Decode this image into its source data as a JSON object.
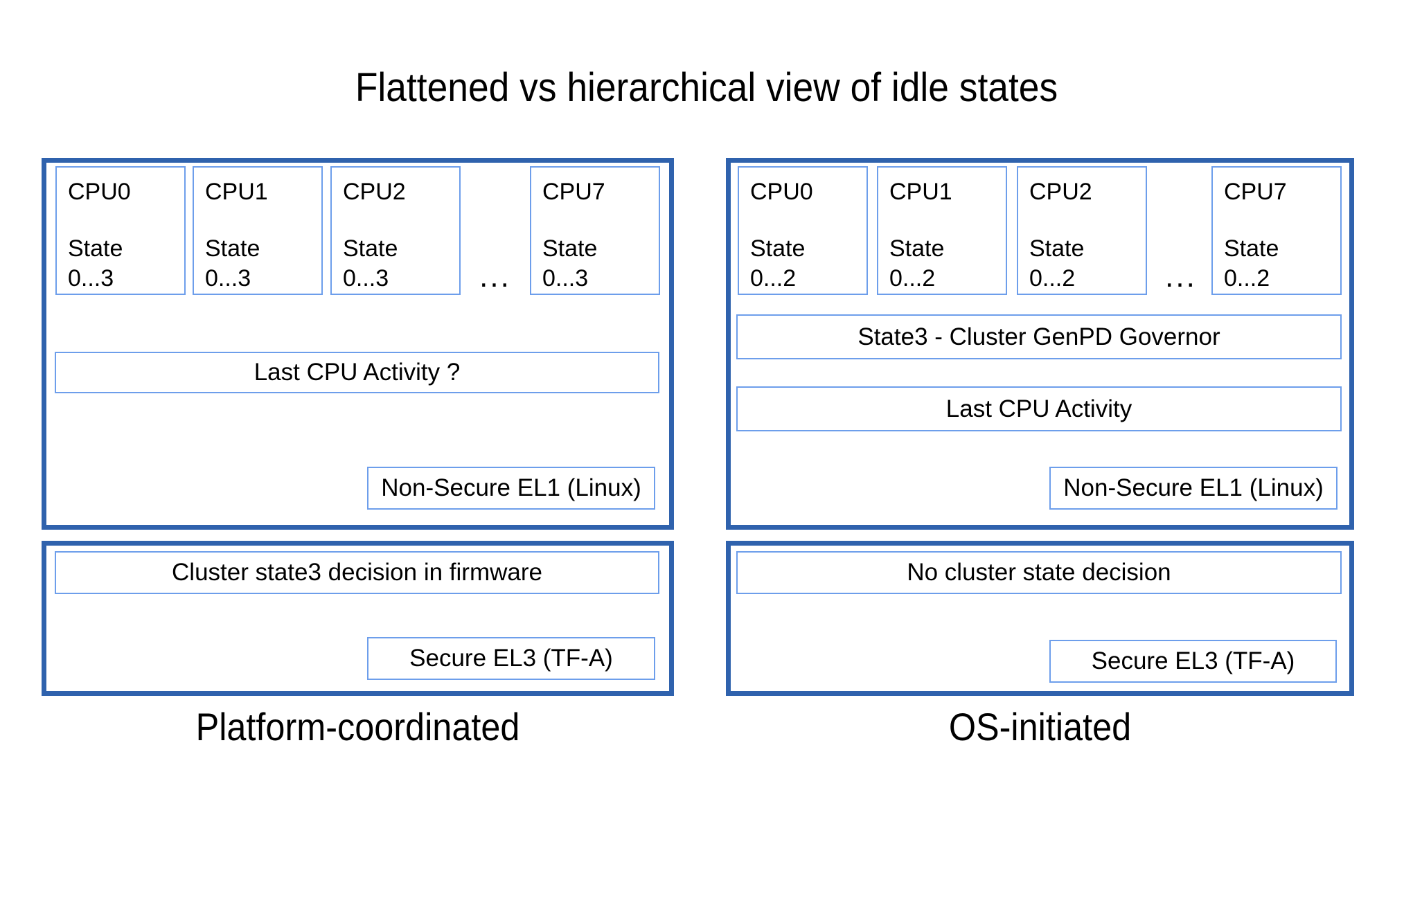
{
  "title": "Flattened vs hierarchical view of idle states",
  "colors": {
    "panel_border": "#2f62ad",
    "box_border": "#6d9eeb",
    "text": "#000000",
    "background": "#ffffff"
  },
  "panels": {
    "platform": {
      "caption": "Platform-coordinated",
      "os_layer": {
        "cpus": [
          {
            "name": "CPU0",
            "state_label": "State",
            "state_range": "0...3"
          },
          {
            "name": "CPU1",
            "state_label": "State",
            "state_range": "0...3"
          },
          {
            "name": "CPU2",
            "state_label": "State",
            "state_range": "0...3"
          },
          {
            "name": "CPU7",
            "state_label": "State",
            "state_range": "0...3"
          }
        ],
        "ellipsis": "...",
        "activity_label": "Last CPU Activity ?",
        "exception_level_label": "Non-Secure EL1 (Linux)"
      },
      "firmware_layer": {
        "decision_label": "Cluster state3 decision in firmware",
        "exception_level_label": "Secure EL3 (TF-A)"
      }
    },
    "os_initiated": {
      "caption": "OS-initiated",
      "os_layer": {
        "cpus": [
          {
            "name": "CPU0",
            "state_label": "State",
            "state_range": "0...2"
          },
          {
            "name": "CPU1",
            "state_label": "State",
            "state_range": "0...2"
          },
          {
            "name": "CPU2",
            "state_label": "State",
            "state_range": "0...2"
          },
          {
            "name": "CPU7",
            "state_label": "State",
            "state_range": "0...2"
          }
        ],
        "ellipsis": "...",
        "governor_label": "State3 - Cluster GenPD Governor",
        "activity_label": "Last CPU Activity",
        "exception_level_label": "Non-Secure EL1 (Linux)"
      },
      "firmware_layer": {
        "decision_label": "No cluster state decision",
        "exception_level_label": "Secure EL3 (TF-A)"
      }
    }
  }
}
